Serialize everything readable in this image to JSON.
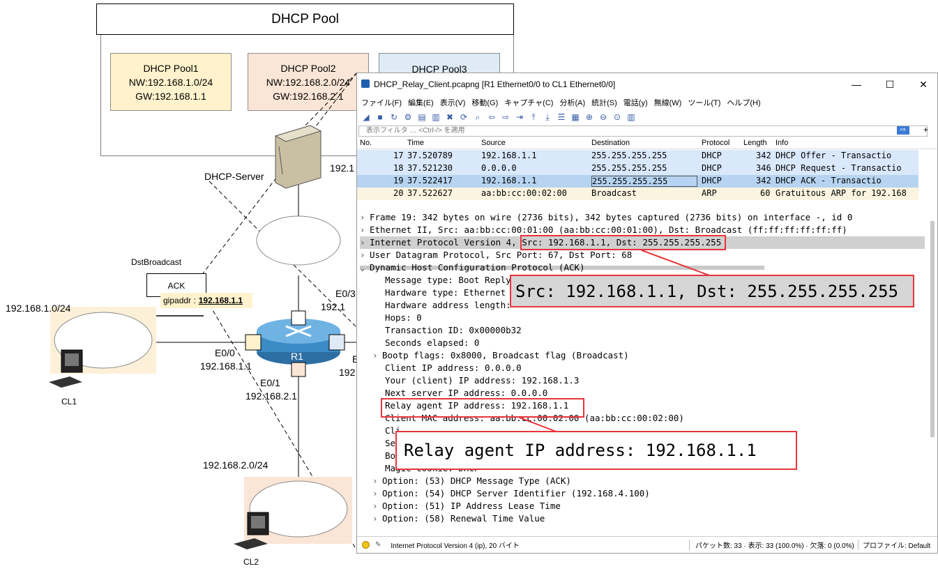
{
  "diagram": {
    "pool_title": "DHCP Pool",
    "pool1": {
      "name": "DHCP Pool1",
      "nw": "NW:192.168.1.0/24",
      "gw": "GW:192.168.1.1"
    },
    "pool2": {
      "name": "DHCP Pool2",
      "nw": "NW:192.168.2.0/24",
      "gw": "GW:192.168.2.1"
    },
    "pool3": {
      "name": "DHCP Pool3"
    },
    "server_label": "DHCP-Server",
    "server_ip_fragment": "192.1",
    "dst_broadcast": "DstBroadcast",
    "ack_label": "ACK",
    "giaddr_label": "gipaddr :",
    "giaddr_value": "192.168.1.1",
    "net1": "192.168.1.0/24",
    "net2": "192.168.2.0/24",
    "e00": "E0/0",
    "e00_ip": "192.168.1.1",
    "e01": "E0/1",
    "e01_ip": "192.168.2.1",
    "e03": "E0/3",
    "e03_ip_fragment": "192.1",
    "e0x_fragment": "E",
    "ip_fragment_192": "192",
    "router": "R1",
    "cl1": "CL1",
    "cl2": "CL2"
  },
  "wireshark": {
    "title": "DHCP_Relay_Client.pcapng [R1 Ethernet0/0 to CL1 Ethernet0/0]",
    "menu": [
      "ファイル(F)",
      "編集(E)",
      "表示(V)",
      "移動(G)",
      "キャプチャ(C)",
      "分析(A)",
      "統計(S)",
      "電話(y)",
      "無線(W)",
      "ツール(T)",
      "ヘルプ(H)"
    ],
    "filter_placeholder": "表示フィルタ … <Ctrl-/> を適用",
    "columns": [
      "No.",
      "Time",
      "Source",
      "Destination",
      "Protocol",
      "Length",
      "Info"
    ],
    "packets": [
      {
        "no": "17",
        "time": "37.520789",
        "src": "192.168.1.1",
        "dst": "255.255.255.255",
        "proto": "DHCP",
        "len": "342",
        "info": "DHCP Offer    - Transactio"
      },
      {
        "no": "18",
        "time": "37.521230",
        "src": "0.0.0.0",
        "dst": "255.255.255.255",
        "proto": "DHCP",
        "len": "346",
        "info": "DHCP Request  - Transactio"
      },
      {
        "no": "19",
        "time": "37.522417",
        "src": "192.168.1.1",
        "dst": "255.255.255.255",
        "proto": "DHCP",
        "len": "342",
        "info": "DHCP ACK      - Transactio"
      },
      {
        "no": "20",
        "time": "37.522627",
        "src": "aa:bb:cc:00:02:00",
        "dst": "Broadcast",
        "proto": "ARP",
        "len": "60",
        "info": "Gratuitous ARP for 192.168"
      }
    ],
    "details": {
      "frame": "Frame 19: 342 bytes on wire (2736 bits), 342 bytes captured (2736 bits) on interface -, id 0",
      "eth": "Ethernet II, Src: aa:bb:cc:00:01:00 (aa:bb:cc:00:01:00), Dst: Broadcast (ff:ff:ff:ff:ff:ff)",
      "ip": "Internet Protocol Version 4, Src: 192.168.1.1, Dst: 255.255.255.255",
      "udp": "User Datagram Protocol, Src Port: 67, Dst Port: 68",
      "dhcp": "Dynamic Host Configuration Protocol (ACK)",
      "msgtype": "Message type: Boot Reply",
      "hwtype": "Hardware type: Ethernet",
      "hwlen": "Hardware address length:",
      "hops": "Hops: 0",
      "xid": "Transaction ID: 0x00000b32",
      "secs": "Seconds elapsed: 0",
      "flags": "Bootp flags: 0x8000, Broadcast flag (Broadcast)",
      "ciaddr": "Client IP address: 0.0.0.0",
      "yiaddr": "Your (client) IP address: 192.168.1.3",
      "siaddr": "Next server IP address: 0.0.0.0",
      "giaddr": "Relay agent IP address: 192.168.1.1",
      "chaddr": "Client MAC address: aa:bb:cc:00:02:00 (aa:bb:cc:00:02:00)",
      "frag_cl": "Cli",
      "frag_se": "Se",
      "frag_bo": "Bo",
      "magic": "Magic cookie: DHCP",
      "opt53": "Option: (53) DHCP Message Type (ACK)",
      "opt54": "Option: (54) DHCP Server Identifier (192.168.4.100)",
      "opt51": "Option: (51) IP Address Lease Time",
      "opt58": "Option: (58) Renewal Time Value"
    },
    "zoom_src_dst": "Src: 192.168.1.1, Dst: 255.255.255.255",
    "zoom_relay": "Relay agent IP address: 192.168.1.1",
    "status_left": "Internet Protocol Version 4 (ip), 20 バイト",
    "status_packets": "パケット数: 33 · 表示: 33 (100.0%) · 欠落: 0 (0.0%)",
    "status_profile": "プロファイル: Default"
  },
  "colors": {
    "highlight_red": "#e8333a",
    "dhcp_row": "#dae8fc",
    "selected_row": "#b6d4f1"
  }
}
